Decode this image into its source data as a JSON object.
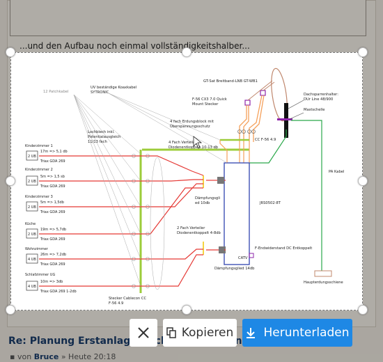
{
  "forum": {
    "caption": "...und den Aufbau noch einmal vollständigkeitshalber...",
    "reply_title": "Re: Planung Erstanlage Dachsparrenantenne FH",
    "reply_by": "von",
    "reply_author": "Bruce",
    "reply_sep": "»",
    "reply_time": "Heute 20:18"
  },
  "toolbar": {
    "close_icon": "close-icon",
    "copy_label": "Kopieren",
    "download_label": "Herunterladen"
  },
  "diagram": {
    "patch_label": "12 Patchkabel",
    "coax_label": "UV beständige Koaxkabel",
    "coax_brand": "SYTRONIC",
    "lnb_label": "GT-Sat Breitband-LNB GT-WB1",
    "stecker_label1": "F-56 CX3 7.0 Quick",
    "stecker_label2": "Mount Stecker",
    "dach_label1": "Dachsparrenhalter:",
    "dach_label2": "DUr Line 48/900",
    "mast_label": "Mastschelle",
    "erdung_label1": "4 fach Erdungsblock mit",
    "erdung_label2": "Überspannungsschutz",
    "cc_label": "CC F-56 4.9",
    "verteiler4_label1": "4 Fach Verteiler",
    "verteiler4_label2": "Diodenentkoppelt 10-13 db",
    "lochblech1": "Lochblech inkl.",
    "lochblech2": "Potentialausgleich",
    "lochblech3": "11/13 fach",
    "pa_label": "PA Kabel",
    "daempf1_label1": "Dämpfungsgli",
    "daempf1_label2": "ed 10db",
    "jrs_label": "JRS0502-8T",
    "verteiler2_label1": "2 Fach Verteiler",
    "verteiler2_label2": "Diodenentkoppelt 4-8db",
    "fend_label": "F-Endwiderstand DC Entkoppelt",
    "catv_label": "CATV",
    "daempf2_label": "Dämpfungsglied 14db",
    "haupt_label": "Haupterdungsschiene",
    "stecker_bottom1": "Stecker Cablecon CC",
    "stecker_bottom2": "F-56 4.9",
    "rooms": [
      {
        "name": "Kinderzimmer 1",
        "outlet": "2 UB",
        "length": "17m => 5,1 db",
        "cable": "Triax GDA 269"
      },
      {
        "name": "Kinderzimmer 2",
        "outlet": "2 UB",
        "length": "5m => 1,5 sb",
        "cable": "Triax GDA 269"
      },
      {
        "name": "Kinderzimmer 3",
        "outlet": "2 UB",
        "length": "5m => 1,5db",
        "cable": "Triax GDA 269"
      },
      {
        "name": "Küche",
        "outlet": "2 UB",
        "length": "19m => 5,7db",
        "cable": "Triax GDA 269"
      },
      {
        "name": "Wohnzimmer",
        "outlet": "4 UB",
        "length": "26m => 7,2db",
        "cable": "Triax GDA 269"
      },
      {
        "name": "Schlafzimmer UG",
        "outlet": "4 UB",
        "length": "10m => 3db",
        "cable": "Triax GDA 269 1-2db"
      }
    ],
    "colors": {
      "red": "#e53935",
      "green": "#9ccc3a",
      "orange": "#f5a05a",
      "blue": "#3f51b5",
      "teal": "#2aa84a",
      "purple": "#8e24aa"
    }
  }
}
